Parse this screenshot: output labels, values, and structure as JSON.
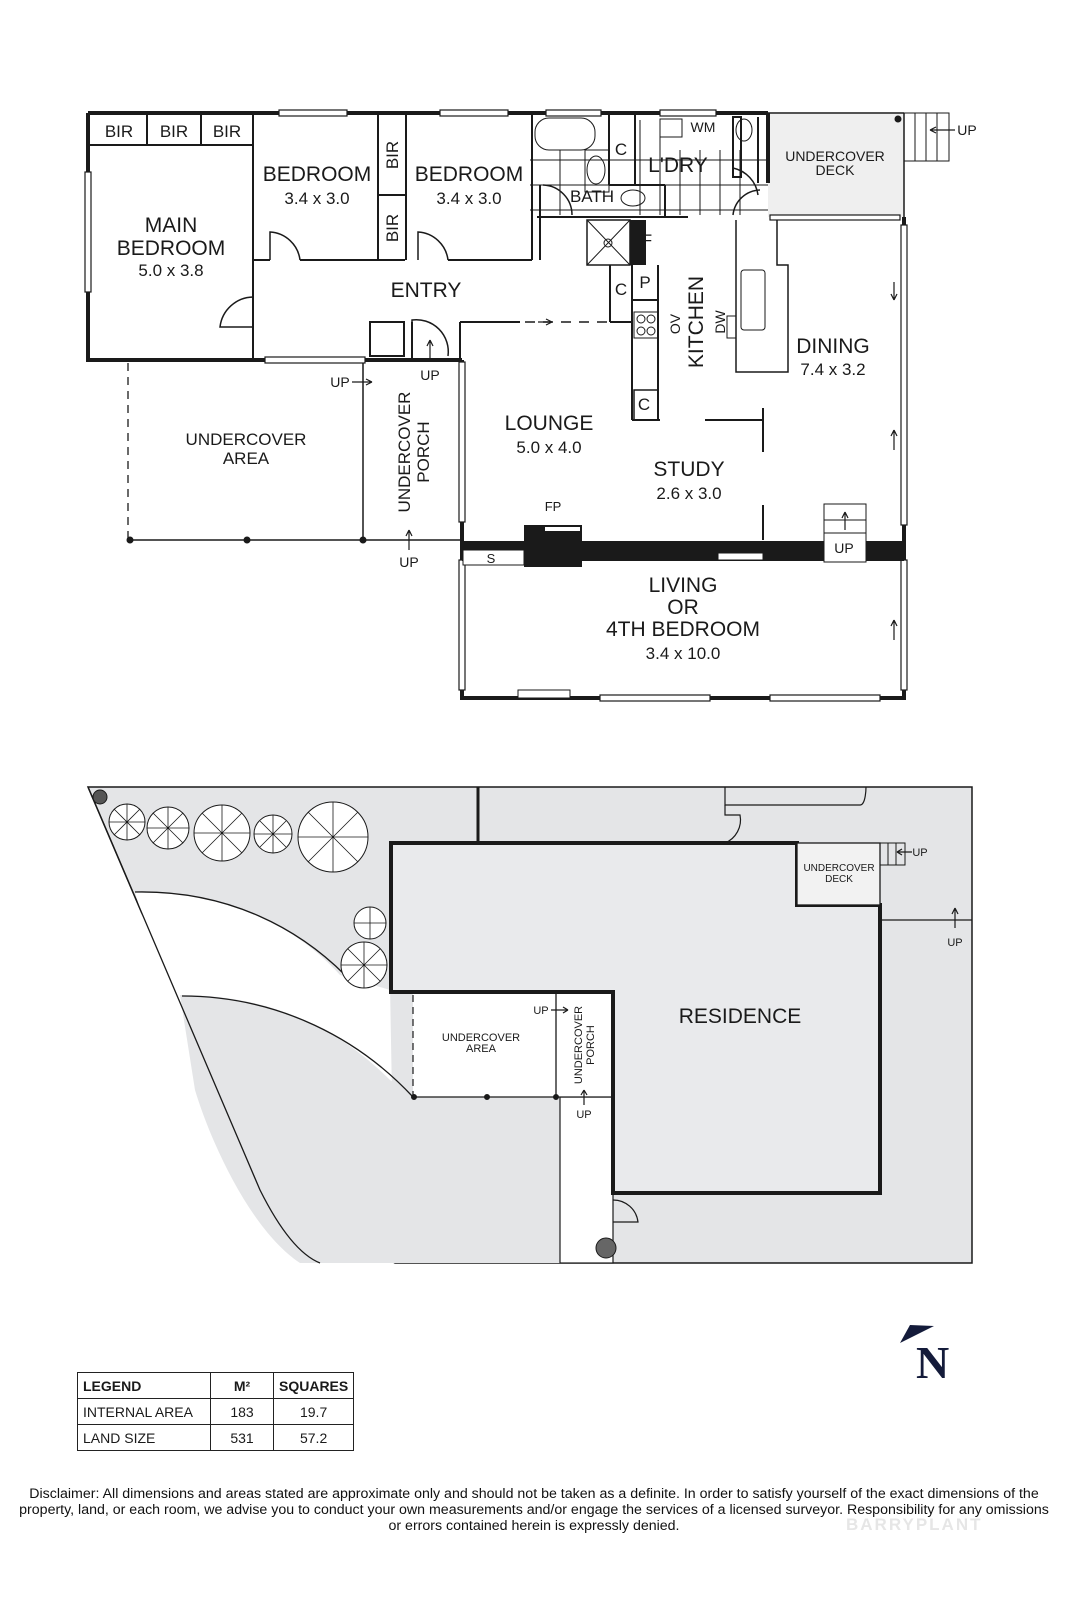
{
  "floor_plan": {
    "rooms": {
      "bir_1": "BIR",
      "bir_2": "BIR",
      "bir_3": "BIR",
      "bir_4": "BIR",
      "bir_5": "BIR",
      "main_bedroom": {
        "name_line1": "MAIN",
        "name_line2": "BEDROOM",
        "size": "5.0 x 3.8"
      },
      "bedroom_2": {
        "name": "BEDROOM",
        "size": "3.4 x 3.0"
      },
      "bedroom_3": {
        "name": "BEDROOM",
        "size": "3.4 x 3.0"
      },
      "entry": "ENTRY",
      "bath": "BATH",
      "laundry": "L'DRY",
      "wm": "WM",
      "cupboard": "C",
      "fridge": "F",
      "pantry": "P",
      "oven": "OV",
      "dishwasher": "DW",
      "kitchen": "KITCHEN",
      "undercover_deck": {
        "line1": "UNDERCOVER",
        "line2": "DECK"
      },
      "dining": {
        "name": "DINING",
        "size": "7.4 x 3.2"
      },
      "lounge": {
        "name": "LOUNGE",
        "size": "5.0 x 4.0"
      },
      "study": {
        "name": "STUDY",
        "size": "2.6 x 3.0"
      },
      "fireplace": "FP",
      "shelf": "S",
      "living": {
        "line1": "LIVING",
        "line2": "OR",
        "line3": "4TH BEDROOM",
        "size": "3.4 x 10.0"
      },
      "undercover_area": {
        "line1": "UNDERCOVER",
        "line2": "AREA"
      },
      "undercover_porch": {
        "line1": "UNDERCOVER",
        "line2": "PORCH"
      },
      "up": "UP"
    }
  },
  "site_plan": {
    "residence": "RESIDENCE",
    "undercover_deck": {
      "line1": "UNDERCOVER",
      "line2": "DECK"
    },
    "undercover_area": {
      "line1": "UNDERCOVER",
      "line2": "AREA"
    },
    "undercover_porch": {
      "line1": "UNDERCOVER",
      "line2": "PORCH"
    },
    "up": "UP"
  },
  "north_arrow": {
    "letter": "N",
    "color": "#141b3a"
  },
  "legend": {
    "headers": [
      "LEGEND",
      "M²",
      "SQUARES"
    ],
    "rows": [
      {
        "label": "INTERNAL AREA",
        "m2": "183",
        "squares": "19.7"
      },
      {
        "label": "LAND SIZE",
        "m2": "531",
        "squares": "57.2"
      }
    ]
  },
  "disclaimer": "Disclaimer: All dimensions and areas stated are approximate only and should not be taken as a definite. In order to satisfy yourself of the exact dimensions of the property, land, or each room, we advise you to conduct your own measurements and/or engage the services of a licensed surveyor. Responsibility for any omissions or errors contained herein is expressly denied.",
  "watermark": "BARRYPLANT"
}
